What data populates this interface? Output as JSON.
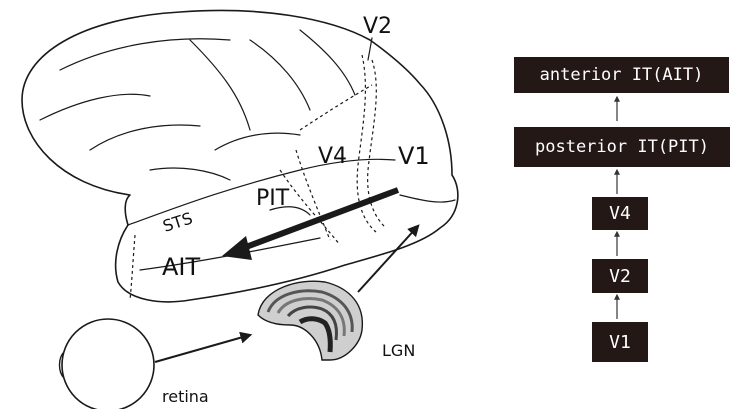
{
  "brain_labels": {
    "v2": "V2",
    "v4": "V4",
    "v1": "V1",
    "pit": "PIT",
    "sts": "STS",
    "ait": "AIT",
    "lgn": "LGN",
    "retina": "retina"
  },
  "hierarchy": {
    "boxes": [
      "anterior IT(AIT)",
      "posterior IT(PIT)",
      "V4",
      "V2",
      "V1"
    ]
  }
}
